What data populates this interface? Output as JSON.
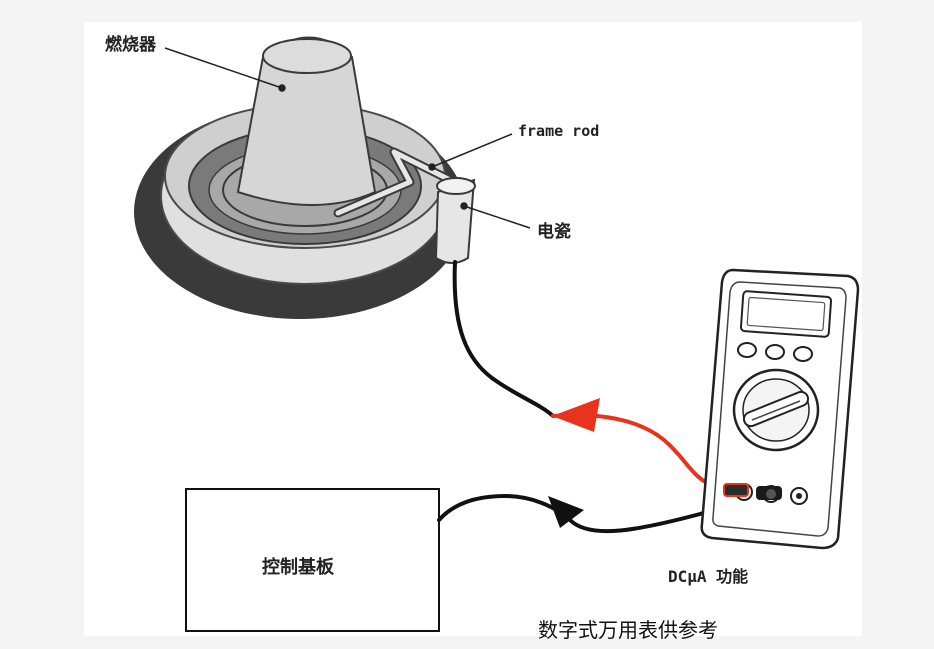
{
  "labels": {
    "burner": "燃烧器",
    "frame_rod": "frame rod",
    "ceramic": "电瓷",
    "control_board": "控制基板",
    "meter_function": "DCμA 功能"
  },
  "caption": "数字式万用表供参考",
  "colors": {
    "positive_lead": "#e8341c",
    "negative_lead": "#111111",
    "burner_ring": "#3a3a3a",
    "burner_fill": "#d4d4d4"
  }
}
